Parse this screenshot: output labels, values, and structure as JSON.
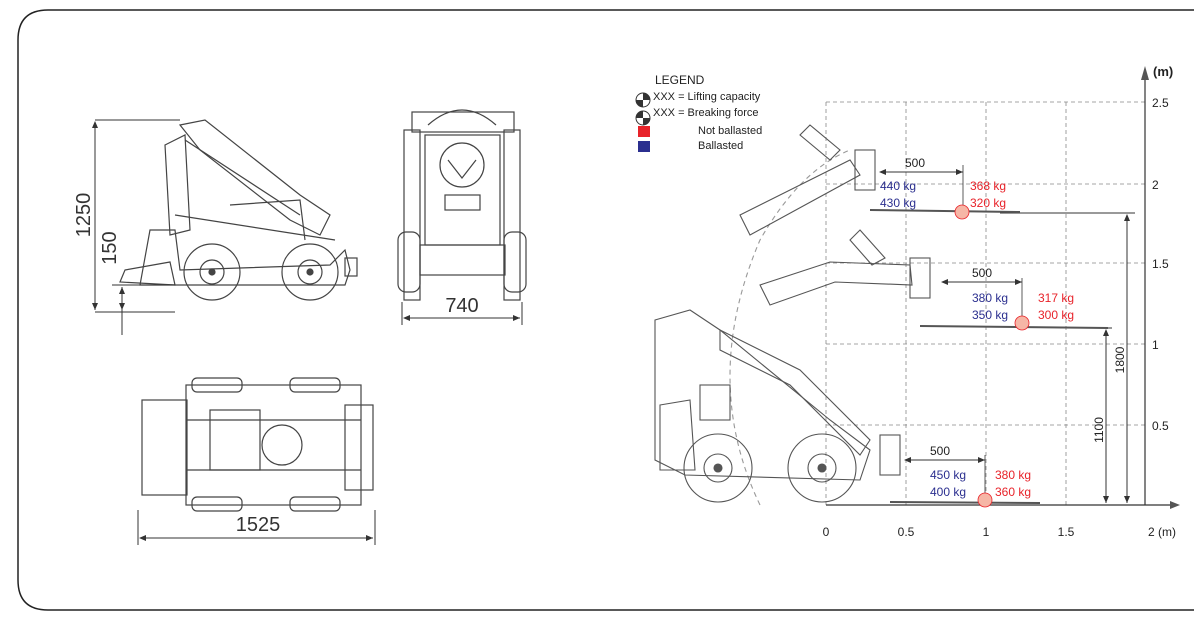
{
  "dims": {
    "side_height_total": "1250",
    "side_ground_clearance": "150",
    "front_width": "740",
    "top_length": "1525"
  },
  "legend": {
    "title": "LEGEND",
    "lifting": "XXX = Lifting capacity",
    "breaking": "XXX = Breaking force",
    "not_ballasted": "Not ballasted",
    "ballasted": "Ballasted",
    "color_not_ballasted": "#e8232a",
    "color_ballasted": "#2b2f8f"
  },
  "chart": {
    "y_unit": "(m)",
    "y_ticks": [
      "2.5",
      "2",
      "1.5",
      "1",
      "0.5"
    ],
    "x_ticks": [
      "0",
      "0.5",
      "1",
      "1.5",
      "2 (m)"
    ],
    "dim_1800": "1800",
    "dim_1100": "1100"
  },
  "loads": {
    "top": {
      "offset": "500",
      "blue1": "440 kg",
      "blue2": "430 kg",
      "red1": "368 kg",
      "red2": "320 kg"
    },
    "mid": {
      "offset": "500",
      "blue1": "380 kg",
      "blue2": "350 kg",
      "red1": "317 kg",
      "red2": "300 kg"
    },
    "low": {
      "offset": "500",
      "blue1": "450 kg",
      "blue2": "400 kg",
      "red1": "380 kg",
      "red2": "360 kg"
    }
  }
}
